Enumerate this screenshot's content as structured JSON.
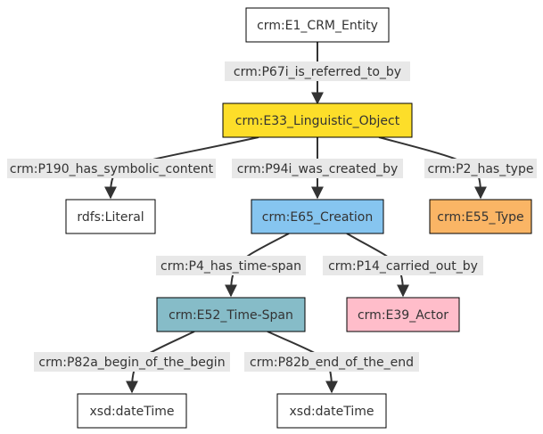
{
  "nodes": {
    "entity": {
      "label": "crm:E1_CRM_Entity",
      "fill": "#ffffff"
    },
    "linguistic_object": {
      "label": "crm:E33_Linguistic_Object",
      "fill": "#fdde29"
    },
    "literal": {
      "label": "rdfs:Literal",
      "fill": "#ffffff"
    },
    "creation": {
      "label": "crm:E65_Creation",
      "fill": "#86c5f0"
    },
    "type": {
      "label": "crm:E55_Type",
      "fill": "#fab565"
    },
    "time_span": {
      "label": "crm:E52_Time-Span",
      "fill": "#86bcc8"
    },
    "actor": {
      "label": "crm:E39_Actor",
      "fill": "#ffbdca"
    },
    "begin_datetime": {
      "label": "xsd:dateTime",
      "fill": "#ffffff"
    },
    "end_datetime": {
      "label": "xsd:dateTime",
      "fill": "#ffffff"
    }
  },
  "edges": {
    "is_referred_to_by": {
      "label": "crm:P67i_is_referred_to_by"
    },
    "has_symbolic_content": {
      "label": "crm:P190_has_symbolic_content"
    },
    "was_created_by": {
      "label": "crm:P94i_was_created_by"
    },
    "has_type": {
      "label": "crm:P2_has_type"
    },
    "has_time_span": {
      "label": "crm:P4_has_time-span"
    },
    "carried_out_by": {
      "label": "crm:P14_carried_out_by"
    },
    "begin_of_the_begin": {
      "label": "crm:P82a_begin_of_the_begin"
    },
    "end_of_the_end": {
      "label": "crm:P82b_end_of_the_end"
    }
  },
  "colors": {
    "edge": "#333333",
    "node_border": "#000000",
    "label_background": "#e8e8e8"
  }
}
